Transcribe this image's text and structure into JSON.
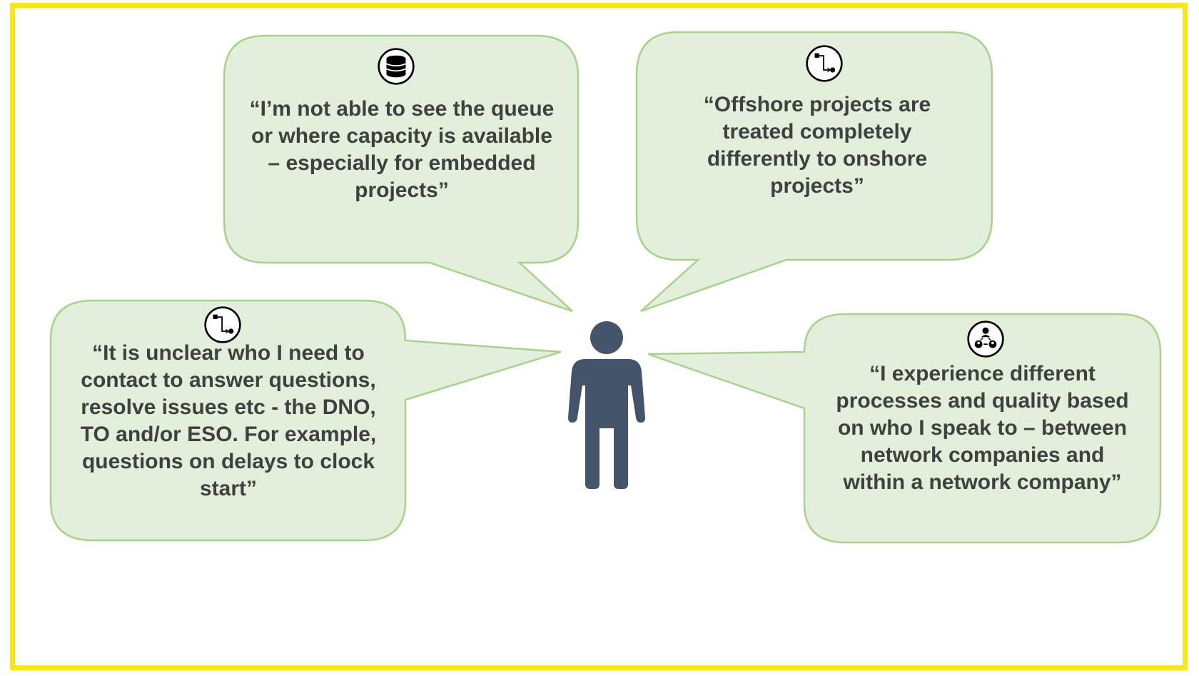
{
  "quotes": {
    "top_left": {
      "text": "“I’m not able to see the queue or where capacity is available – especially for embedded projects”",
      "icon": "database-icon"
    },
    "top_right": {
      "text": "“Offshore projects are treated completely differently to onshore projects”",
      "icon": "process-flow-icon"
    },
    "left": {
      "text": "“It is unclear who I need to contact to answer questions, resolve issues etc -  the DNO, TO and/or ESO. For example, questions on delays to clock start”",
      "icon": "process-flow-icon"
    },
    "right": {
      "text": "“I experience different processes and quality based on who I speak to – between network companies and within a network company”",
      "icon": "people-network-icon"
    }
  },
  "colors": {
    "frame": "#f7e61a",
    "bubble_fill": "#e2efda",
    "bubble_stroke": "#a9d18e",
    "person": "#44546a",
    "text": "#404040"
  }
}
